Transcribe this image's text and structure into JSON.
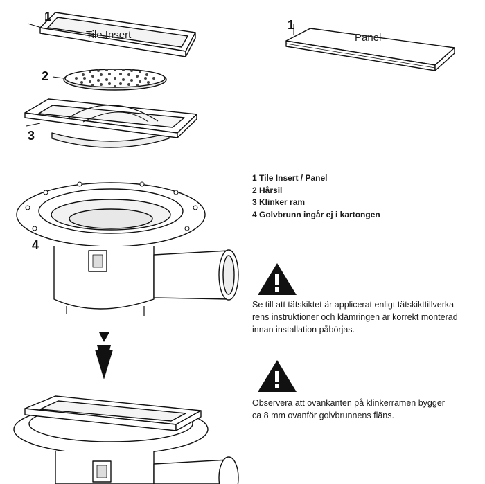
{
  "callouts": {
    "tile_insert_number": "1",
    "panel_number": "1",
    "strainer_number": "2",
    "frame_number": "3",
    "drain_number": "4"
  },
  "labels": {
    "tile_insert": "Tile Insert",
    "panel": "Panel"
  },
  "legend": [
    "1 Tile Insert / Panel",
    "2 Hårsil",
    "3 Klinker ram",
    "4 Golvbrunn ingår ej i kartongen"
  ],
  "warnings": [
    {
      "icon": "warning-triangle-icon",
      "lines": [
        "Se till att tätskiktet är applicerat enligt tätskikttillverka-",
        "rens instruktioner och klämringen är korrekt monterad",
        "innan installation påbörjas."
      ]
    },
    {
      "icon": "warning-triangle-icon",
      "lines": [
        "Observera att ovankanten på klinkerramen bygger",
        "ca 8 mm ovanför golvbrunnens fläns."
      ]
    }
  ]
}
